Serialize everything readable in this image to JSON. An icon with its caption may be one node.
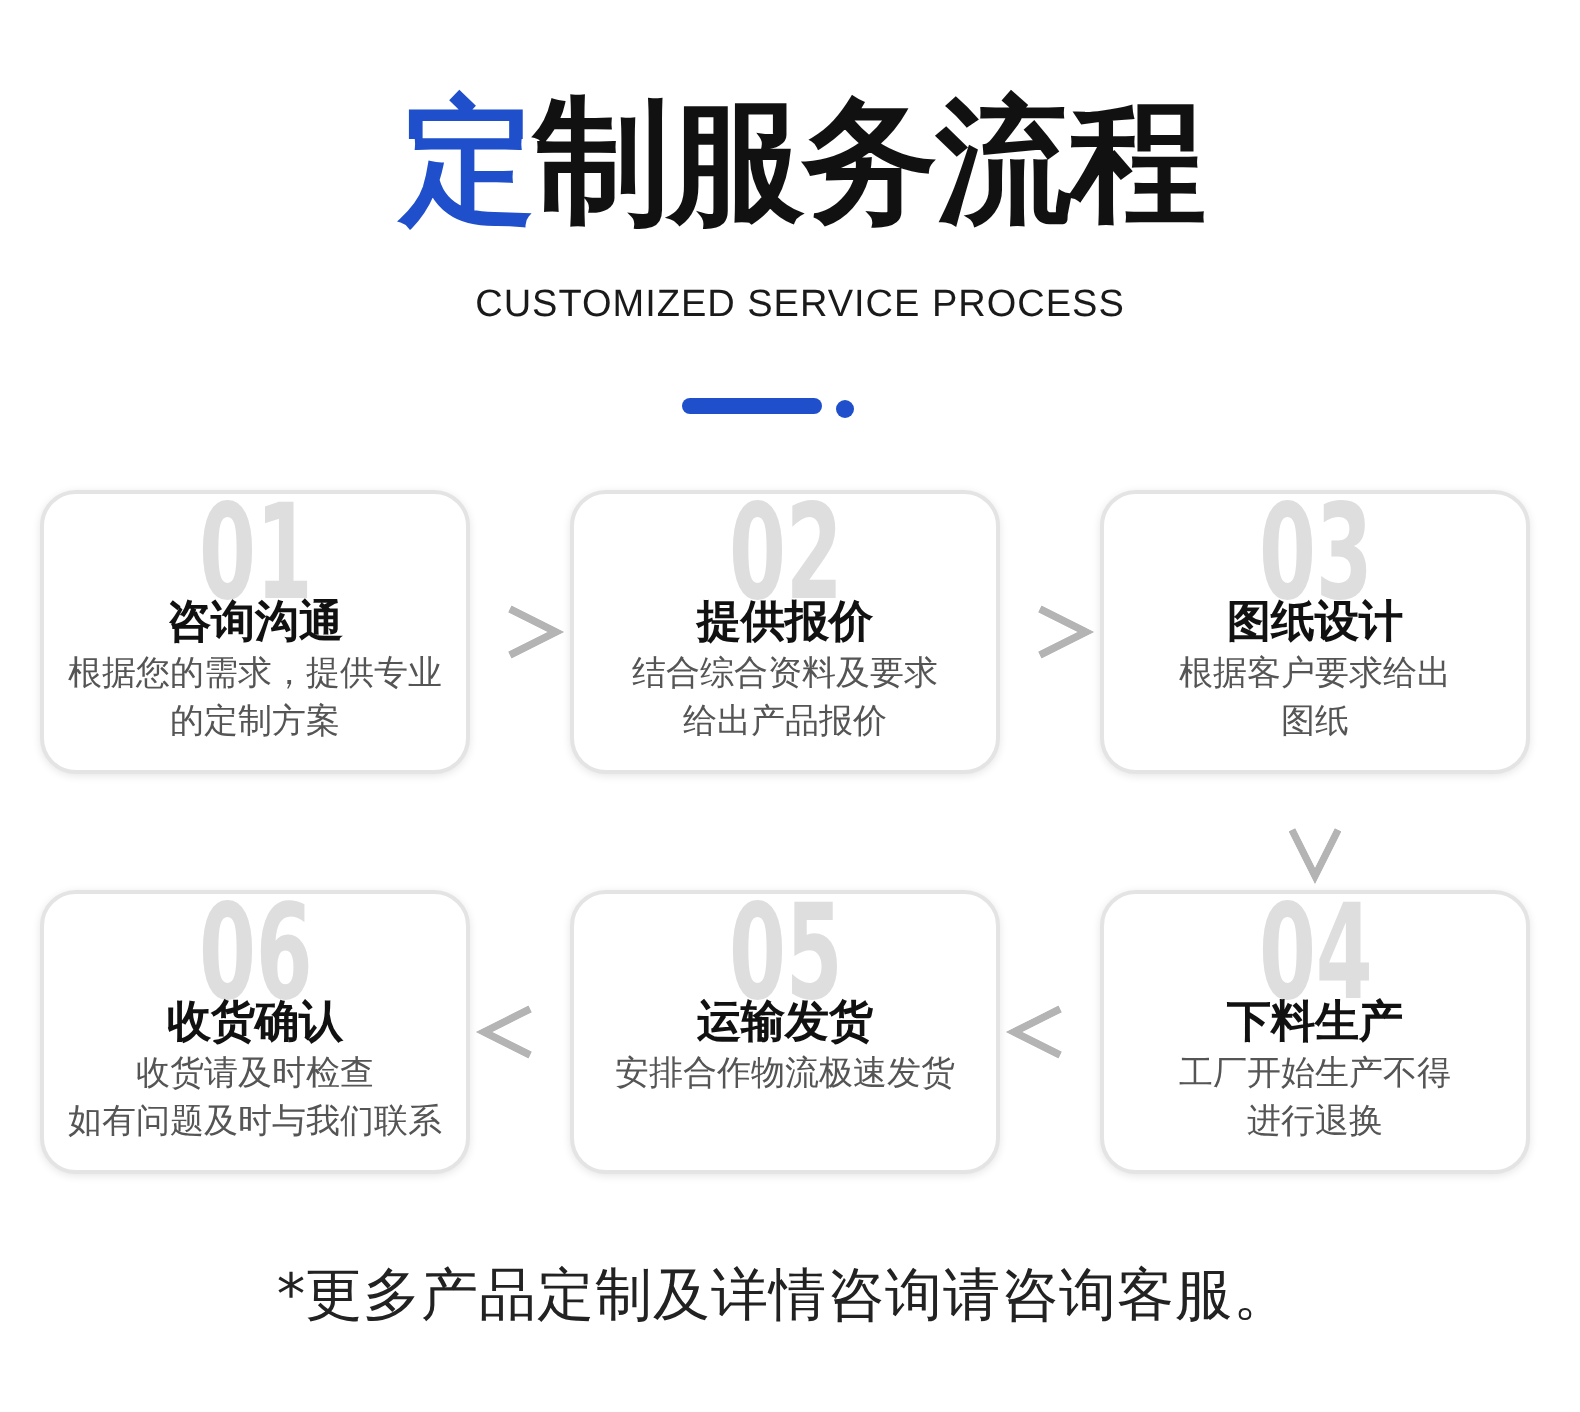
{
  "diagram": {
    "title": "定制服务流程",
    "nodes": [
      {
        "text": [
          "01",
          "咨询沟通",
          "根据您的需求，提供专业的定制方案"
        ]
      },
      {
        "text": [
          "02",
          "提供报价",
          "结合综合资料及要求给出产品报价"
        ]
      },
      {
        "text": [
          "03",
          "图纸设计",
          "根据客户要求给出图纸"
        ]
      },
      {
        "text": [
          "04",
          "下料生产",
          "工厂开始生产不得进行退换"
        ]
      },
      {
        "text": [
          "05",
          "运输发货",
          "安排合作物流极速发货"
        ]
      },
      {
        "text": [
          "06",
          "收货确认",
          "收货请及时检查",
          "如有问题及时与我们联系"
        ]
      }
    ],
    "edges": [
      {
        "from": 0,
        "to": 1,
        "arrow": "to"
      },
      {
        "from": 1,
        "to": 2,
        "arrow": "to"
      },
      {
        "from": 2,
        "to": 3,
        "arrow": "to"
      },
      {
        "from": 3,
        "to": 4,
        "arrow": "to"
      },
      {
        "from": 4,
        "to": 5,
        "arrow": "to"
      }
    ],
    "labels": [
      "CUSTOMIZED SERVICE PROCESS"
    ],
    "caption": "*更多产品定制及详情咨询请咨询客服。"
  }
}
